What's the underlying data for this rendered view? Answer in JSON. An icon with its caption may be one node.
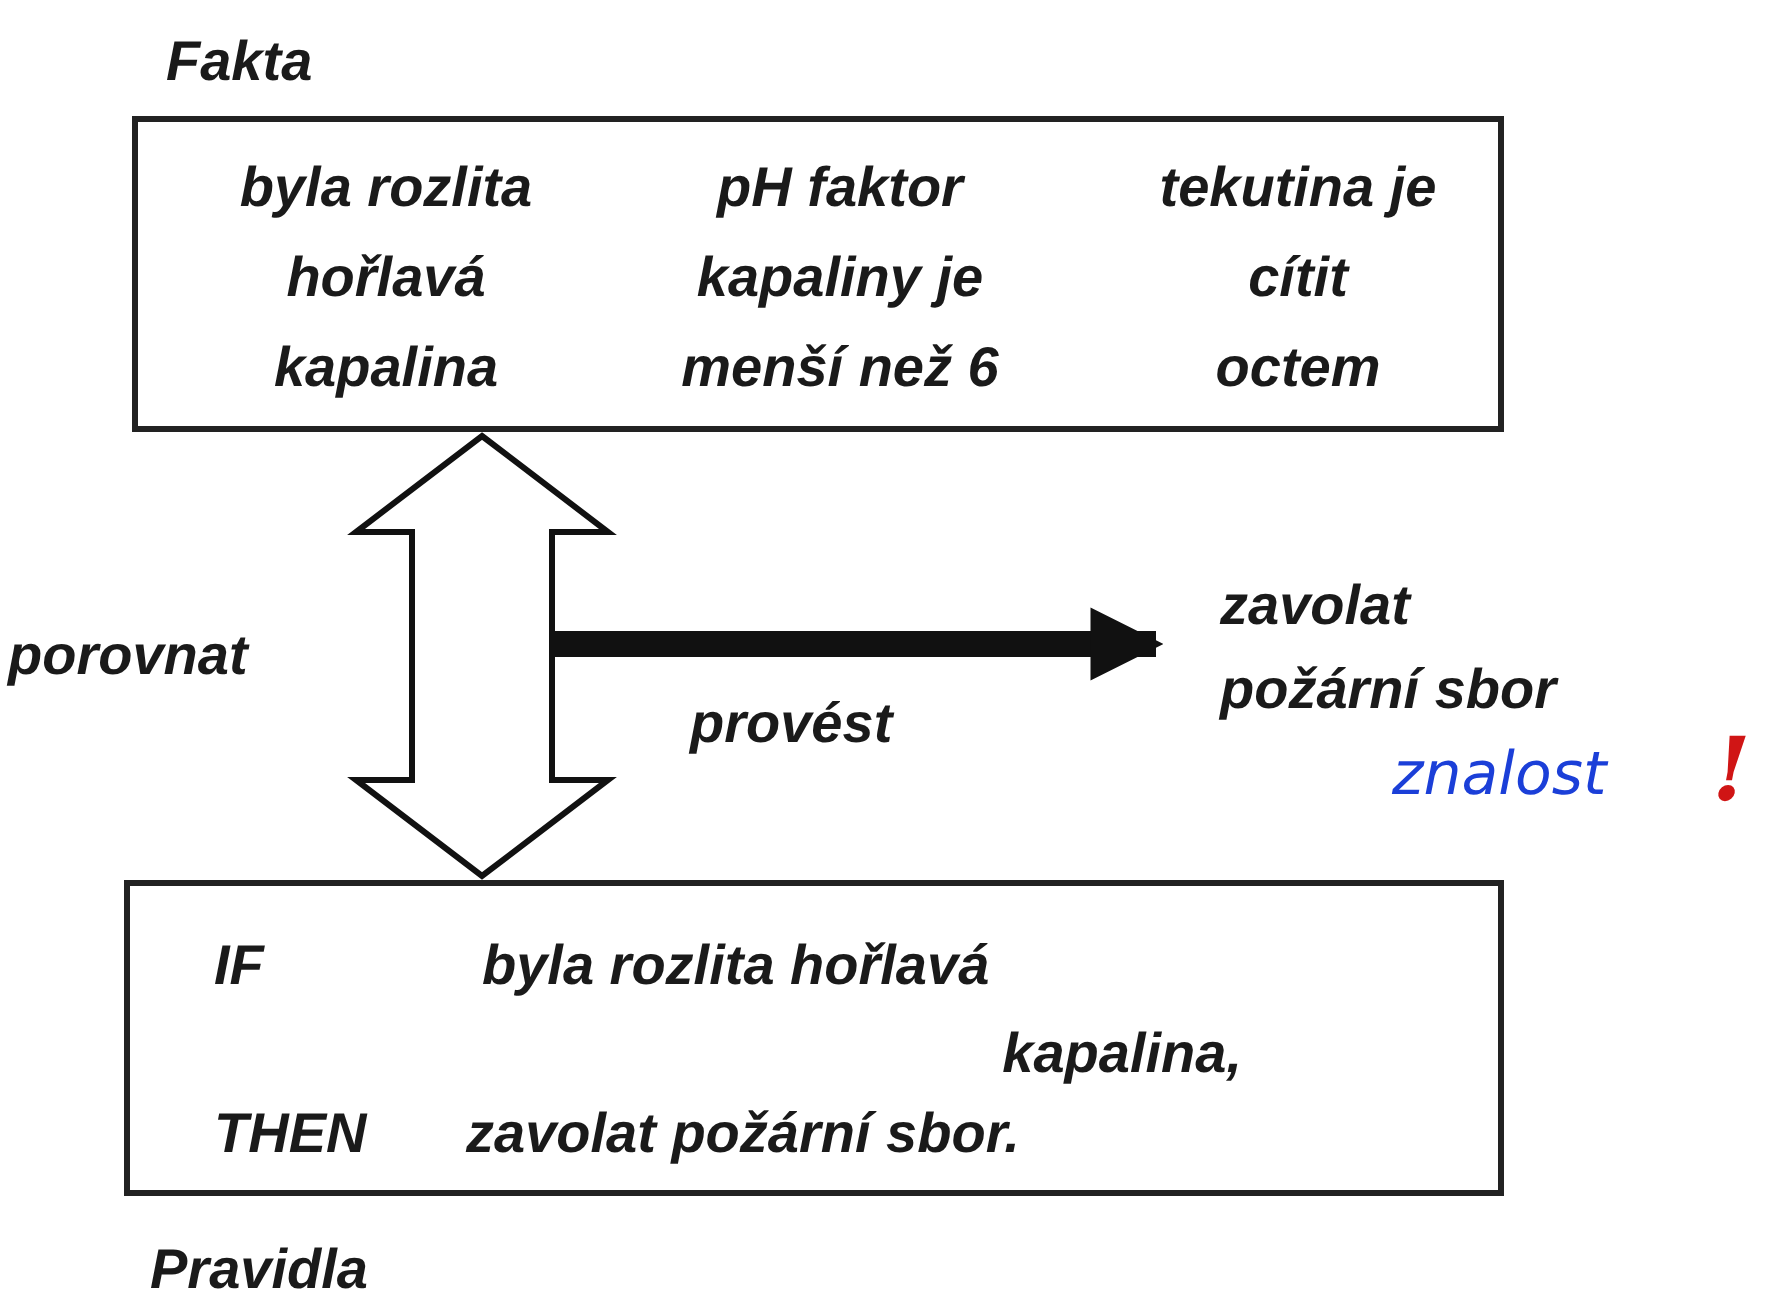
{
  "diagram": {
    "nodes": [
      {
        "text": [
          "Fakta",
          "byla rozlita hořlavá kapalina",
          "pH faktor kapaliny je menší než 6",
          "tekutina je cítit octem"
        ]
      },
      {
        "text": [
          "IF",
          "byla rozlita hořlavá kapalina,",
          "THEN",
          "zavolat požární sbor.",
          "Pravidla"
        ]
      },
      {
        "text": [
          "zavolat požární sbor"
        ]
      }
    ],
    "edges": [
      {
        "from": 0,
        "to": 1,
        "arrow": "both",
        "label": "porovnat"
      },
      {
        "from": null,
        "to": 2,
        "arrow": "to",
        "label": "provést"
      }
    ],
    "labels": [
      "znalost",
      "!"
    ]
  }
}
